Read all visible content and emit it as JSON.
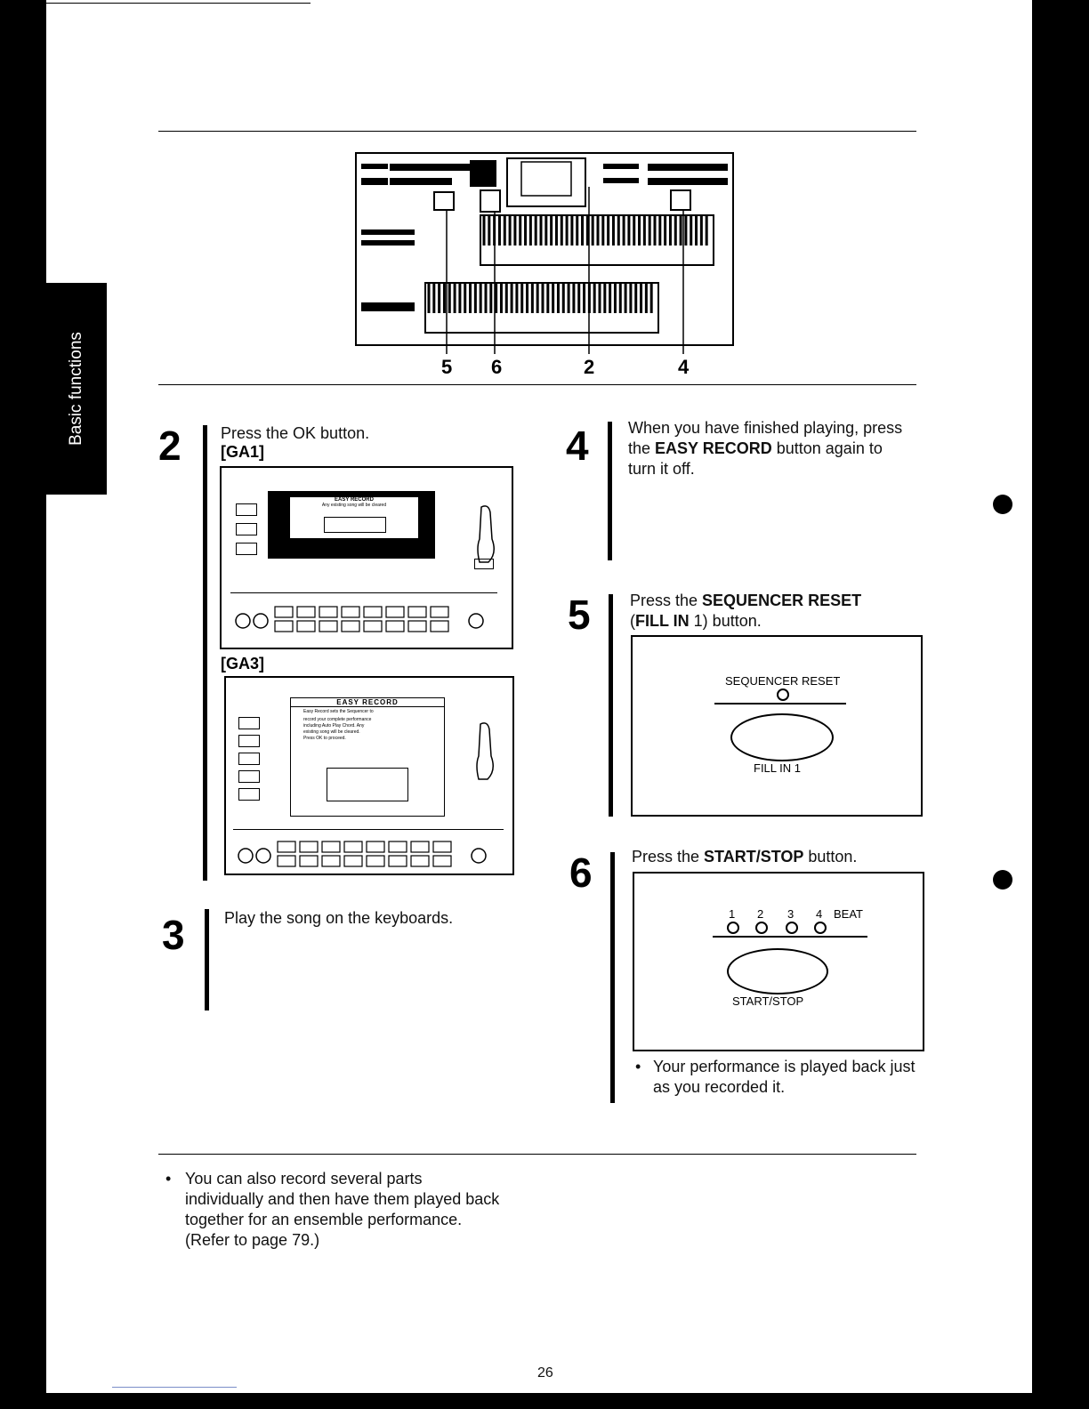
{
  "side_tab": "Basic functions",
  "callouts": [
    "5",
    "6",
    "2",
    "4"
  ],
  "steps": {
    "s2": {
      "num": "2",
      "text": "Press the OK button.",
      "label1": "[GA1]",
      "label2": "[GA3]"
    },
    "s3": {
      "num": "3",
      "text": "Play the song on the keyboards."
    },
    "s4": {
      "num": "4",
      "pre": "When you have finished playing, press the ",
      "bold": "EASY RECORD",
      "post": " button again to turn it off."
    },
    "s5": {
      "num": "5",
      "pre": "Press the ",
      "bold": "SEQUENCER RESET",
      "mid": "(",
      "bold2": "FILL IN",
      "post": " 1) button.",
      "panel_top": "SEQUENCER RESET",
      "panel_bottom": "FILL IN 1"
    },
    "s6": {
      "num": "6",
      "pre": "Press the ",
      "bold": "START/STOP",
      "post": " button.",
      "beats": [
        "1",
        "2",
        "3",
        "4"
      ],
      "beat_label": "BEAT",
      "panel_bottom": "START/STOP",
      "bullet": "Your performance is played back just as you recorded it."
    }
  },
  "screens": {
    "ga1_title": "EASY RECORD",
    "ga1_line": "Any existing song will be cleared",
    "ga3_title": "EASY RECORD",
    "ga3_lines": [
      "Easy Record sets the Sequencer to",
      "record your complete performance",
      "including Auto Play Chord. Any",
      "existing song will be cleared.",
      "Press OK to proceed."
    ]
  },
  "note": "You can also record several parts individually and then have them played back together for an ensemble performance. (Refer to page 79.)",
  "page_number": "26"
}
